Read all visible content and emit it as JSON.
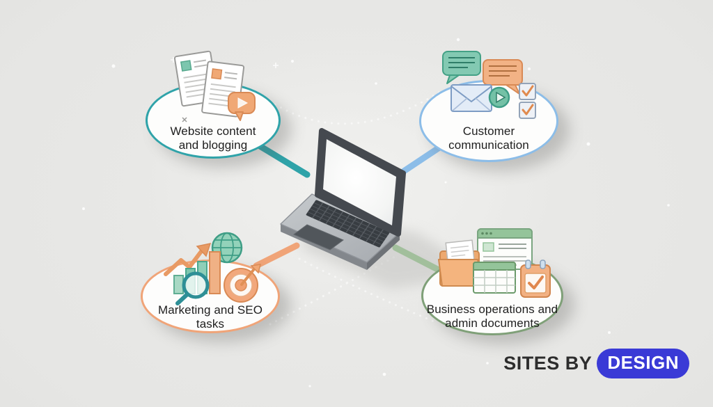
{
  "canvas": {
    "background_color": "#e6e6e4",
    "bubble_fill": "#fdfdfc",
    "text_color": "#1e1e1e"
  },
  "bubbles": [
    {
      "name": "website-content-blogging",
      "label_line1": "Website content",
      "label_line2": "and blogging",
      "border_color": "#2fa3a9",
      "connector_color": "#2fa3a9",
      "icons": [
        "document-pages-icon",
        "video-message-bubble-icon"
      ]
    },
    {
      "name": "customer-communication",
      "label_line1": "Customer",
      "label_line2": "communication",
      "border_color": "#8cbde8",
      "connector_color": "#8cbde8",
      "icons": [
        "chat-bubble-icon",
        "chat-bubble-icon",
        "envelope-icon",
        "play-coin-icon",
        "checkbox-cubes-icon"
      ]
    },
    {
      "name": "marketing-seo-tasks",
      "label_line1": "Marketing and SEO",
      "label_line2": "tasks",
      "border_color": "#f0a478",
      "connector_color": "#f0a478",
      "icons": [
        "growth-arrow-icon",
        "globe-icon",
        "bar-chart-icon",
        "magnifier-icon",
        "target-dart-icon"
      ]
    },
    {
      "name": "business-operations-admin",
      "label_line1": "Business operations and",
      "label_line2": "admin documents",
      "border_color": "#7fa078",
      "connector_color": "#a2bf9c",
      "icons": [
        "folder-icon",
        "browser-window-icon",
        "spreadsheet-icon",
        "calendar-check-icon"
      ]
    }
  ],
  "center": {
    "name": "laptop",
    "screen_color": "#ffffff",
    "body_color": "#b5b9bd"
  },
  "logo": {
    "prefix": "SITES BY",
    "pill_text": "DESIGN",
    "prefix_color": "#2d2d2d",
    "pill_color": "#3a3ad6",
    "pill_text_color": "#ffffff"
  }
}
